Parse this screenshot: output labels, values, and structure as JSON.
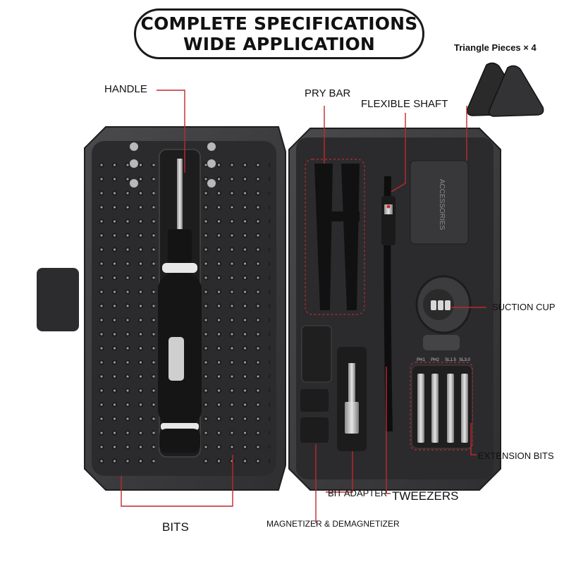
{
  "title": {
    "line1": "COMPLETE SPECIFICATIONS",
    "line2": "WIDE APPLICATION"
  },
  "triangle_caption": "Triangle Pieces × 4",
  "labels": {
    "handle": "HANDLE",
    "pry_bar": "PRY BAR",
    "flexible_shaft": "FLEXIBLE SHAFT",
    "suction_cup": "SUCTION CUP",
    "extension_bits": "EXTENSION BITS",
    "bit_adapter": "BIT ADAPTER",
    "tweezers": "TWEEZERS",
    "bits": "BITS",
    "magnetizer": "MAGNETIZER & DEMAGNETIZER"
  },
  "case_print": {
    "accessories": "ACCESSORIES",
    "ext_bit_codes": [
      "PH1",
      "PH2",
      "SL1.5",
      "SL3.0"
    ]
  },
  "colors": {
    "case": "#3a3a3c",
    "case_inner": "#2b2b2d",
    "accent_line": "#c0282d",
    "text": "#111111"
  }
}
